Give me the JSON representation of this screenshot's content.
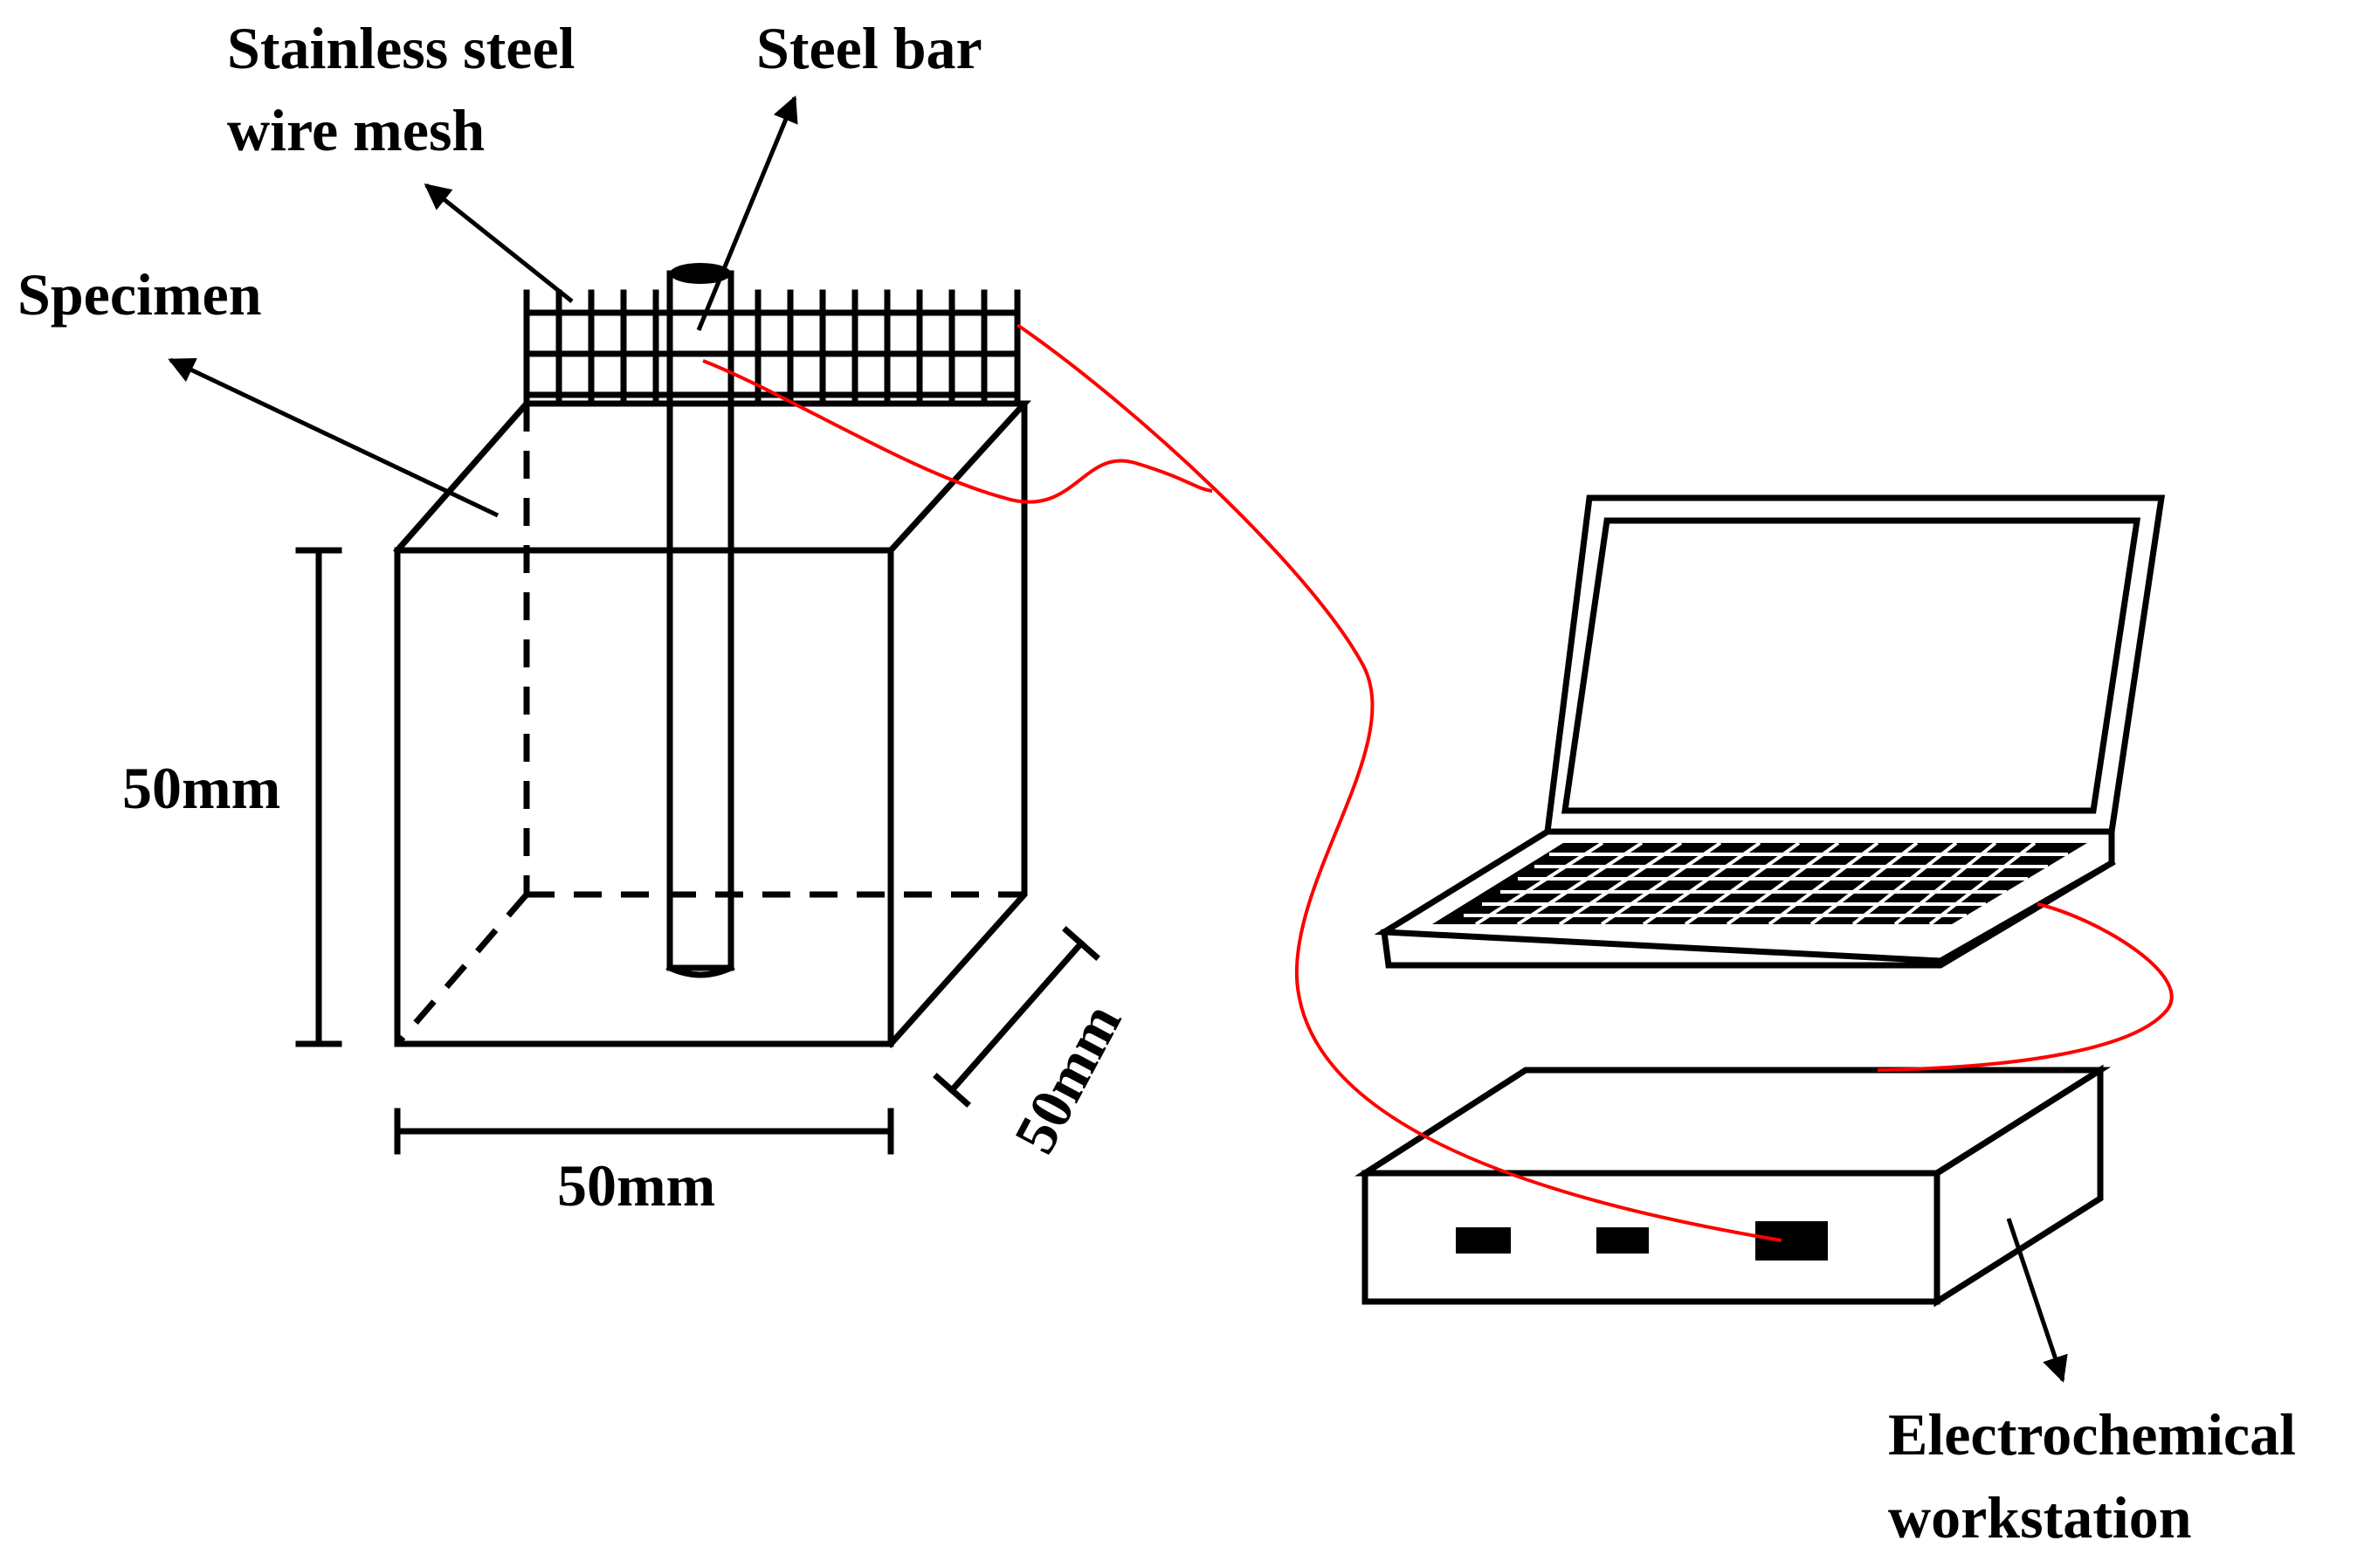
{
  "labels": {
    "mesh_line1": "Stainless steel",
    "mesh_line2": "wire mesh",
    "steel_bar": "Steel bar",
    "specimen": "Specimen",
    "dim_height": "50mm",
    "dim_width": "50mm",
    "dim_depth": "50mm",
    "workstation_line1": "Electrochemical",
    "workstation_line2": "workstation"
  },
  "colors": {
    "line": "#000000",
    "wire": "#ff0000",
    "background": "#ffffff"
  },
  "icons": {
    "laptop": "laptop-icon",
    "workstation": "electrochemical-workstation-box"
  }
}
